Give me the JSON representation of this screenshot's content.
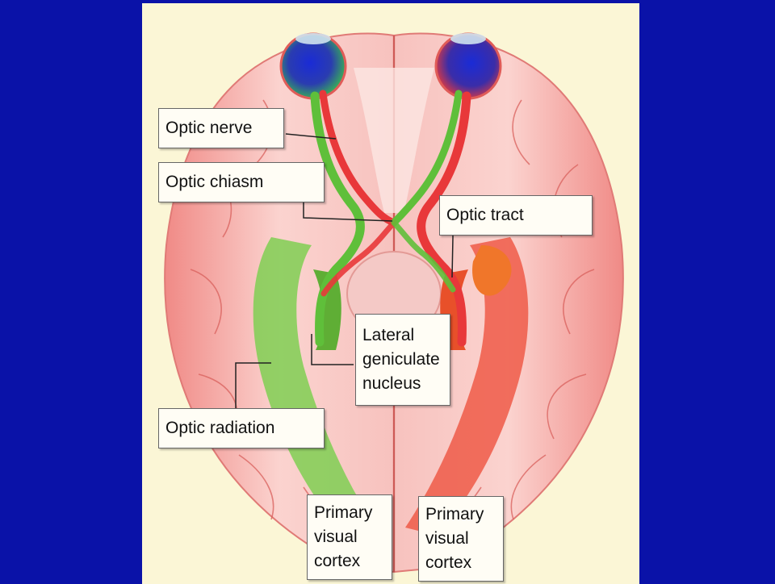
{
  "labels": {
    "optic_nerve": "Optic nerve",
    "optic_chiasm": "Optic chiasm",
    "optic_tract": "Optic tract",
    "lgn": [
      "Lateral",
      "geniculate",
      "nucleus"
    ],
    "optic_radiation": "Optic radiation",
    "pvc_left": [
      "Primary",
      "visual",
      "cortex"
    ],
    "pvc_right": [
      "Primary",
      "visual",
      "cortex"
    ]
  },
  "colors": {
    "background": "#0a12a8",
    "panel": "#fbf6d6",
    "left_pathway": "#5fbf3a",
    "right_pathway": "#e8383a",
    "brain": "#f6b8b4"
  }
}
